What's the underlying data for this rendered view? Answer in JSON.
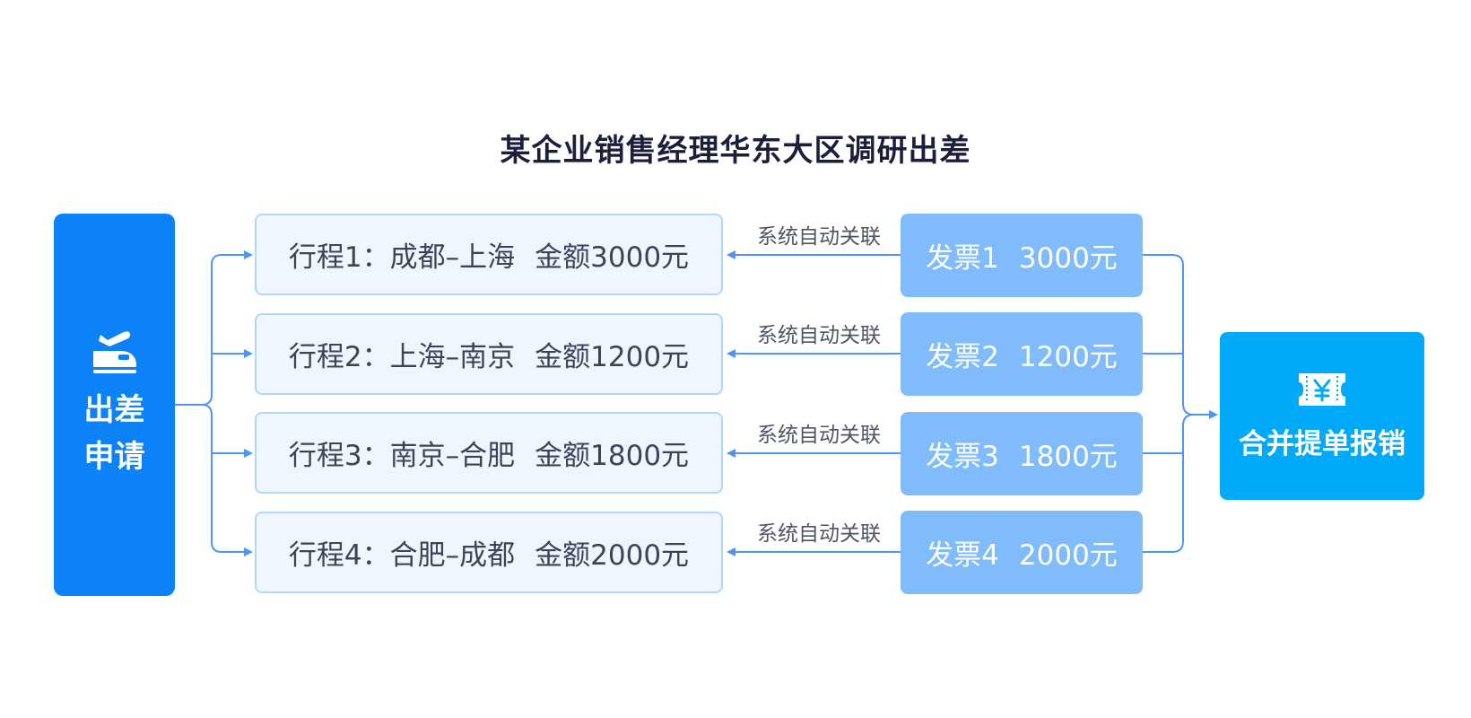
{
  "title": "某企业销售经理华东大区调研出差",
  "apply": {
    "label": "出差申请",
    "icon": "plane-train-icon"
  },
  "trips": [
    {
      "name": "行程1：成都–上海",
      "amount": "金额3000元"
    },
    {
      "name": "行程2：上海–南京",
      "amount": "金额1200元"
    },
    {
      "name": "行程3：南京–合肥",
      "amount": "金额1800元"
    },
    {
      "name": "行程4：合肥–成都",
      "amount": "金额2000元"
    }
  ],
  "link_label": "系统自动关联",
  "invoices": [
    {
      "name": "发票1",
      "amount": "3000元"
    },
    {
      "name": "发票2",
      "amount": "1200元"
    },
    {
      "name": "发票3",
      "amount": "1800元"
    },
    {
      "name": "发票4",
      "amount": "2000元"
    }
  ],
  "submit": {
    "label": "合并提单报销",
    "icon": "yuan-ticket-icon"
  },
  "colors": {
    "apply": "#0d82f7",
    "trip_bg": "#eff6ff",
    "trip_border": "#b3d6fb",
    "invoice": "#80bcfb",
    "submit": "#00aaf9",
    "connector": "#4f95f2",
    "title": "#1b1f3a"
  }
}
